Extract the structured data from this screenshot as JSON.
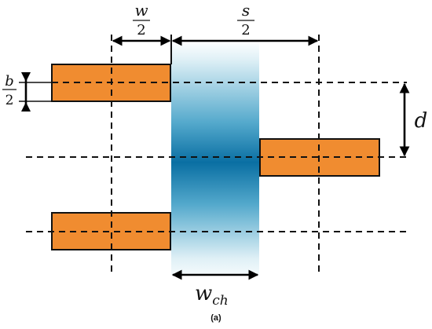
{
  "labels": {
    "w_num": "w",
    "w_den": "2",
    "s_num": "s",
    "s_den": "2",
    "b_num": "b",
    "b_den": "2",
    "d": "d",
    "wch_base": "w",
    "wch_sub": "ch",
    "caption": "(a)"
  },
  "colors": {
    "bar": "#f08c30",
    "channel_center": "#0a6fa3",
    "channel_edge": "#dff0f6",
    "line": "#111111"
  }
}
